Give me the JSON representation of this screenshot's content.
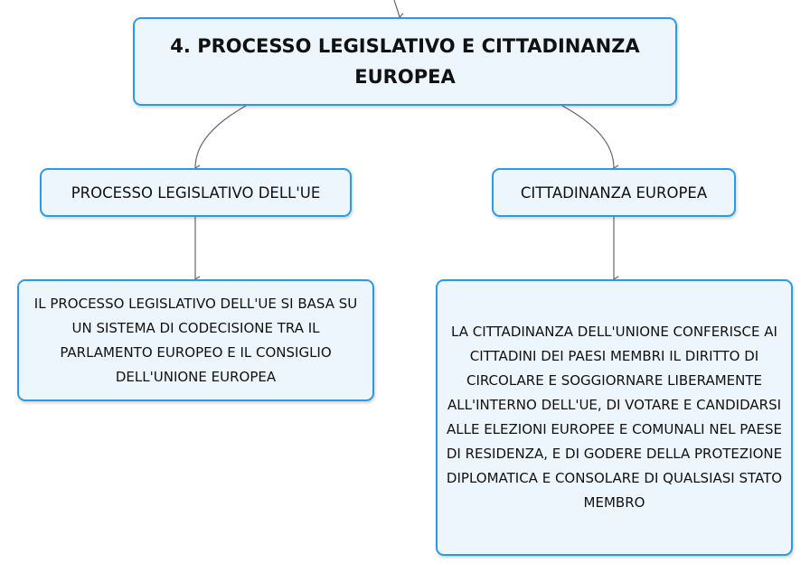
{
  "root": {
    "title": "4. PROCESSO LEGISLATIVO E CITTADINANZA EUROPEA"
  },
  "branches": [
    {
      "label": "PROCESSO LEGISLATIVO DELL'UE",
      "detail": "IL PROCESSO LEGISLATIVO DELL'UE SI BASA SU UN SISTEMA DI CODECISIONE TRA IL PARLAMENTO EUROPEO E IL CONSIGLIO DELL'UNIONE EUROPEA"
    },
    {
      "label": "CITTADINANZA EUROPEA",
      "detail": "LA CITTADINANZA DELL'UNIONE CONFERISCE AI CITTADINI DEI PAESI MEMBRI IL DIRITTO DI CIRCOLARE E SOGGIORNARE LIBERAMENTE ALL'INTERNO DELL'UE, DI VOTARE E CANDIDARSI ALLE ELEZIONI EUROPEE E COMUNALI NEL PAESE DI RESIDENZA, E DI GODERE DELLA PROTEZIONE DIPLOMATICA E CONSOLARE DI QUALSIASI STATO MEMBRO"
    }
  ],
  "colors": {
    "node_border": "#2a9be8",
    "node_fill": "#eef6fd",
    "connector": "#666666"
  }
}
